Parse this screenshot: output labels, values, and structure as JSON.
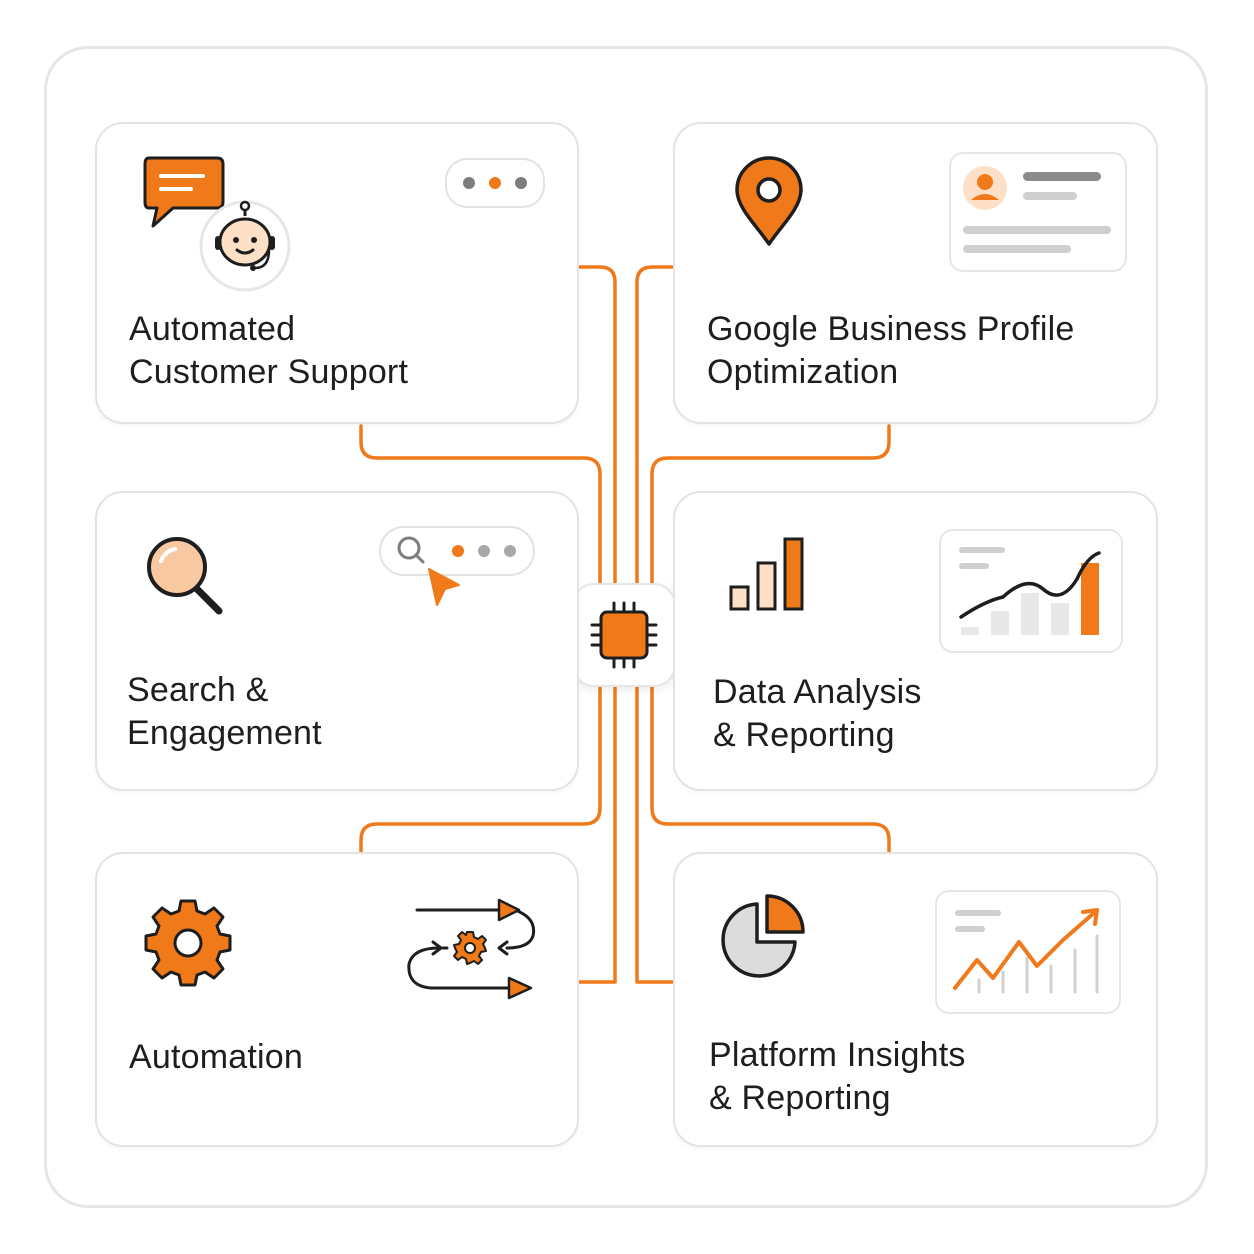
{
  "colors": {
    "accent": "#f07a1a",
    "accent_light": "#fde0c6",
    "text": "#1e1e1e",
    "border": "#e3e3e3",
    "muted": "#c8c8c8"
  },
  "hub": {
    "icon": "processor-chip-icon"
  },
  "cards": [
    {
      "id": "customer-support",
      "line1": "Automated",
      "line2": "Customer Support",
      "icons": [
        "chat-bubble-icon",
        "robot-face-icon",
        "typing-dots-icon"
      ]
    },
    {
      "id": "google-business",
      "line1": "Google Business Profile",
      "line2": "Optimization",
      "icons": [
        "location-pin-icon",
        "profile-card-icon"
      ]
    },
    {
      "id": "search-engagement",
      "line1": "Search &",
      "line2": "Engagement",
      "icons": [
        "magnifier-icon",
        "search-bar-icon",
        "cursor-arrow-icon"
      ]
    },
    {
      "id": "data-analysis",
      "line1": "Data Analysis",
      "line2": "& Reporting",
      "icons": [
        "bar-chart-icon",
        "trend-chart-icon"
      ]
    },
    {
      "id": "automation",
      "line1": "Automation",
      "line2": "",
      "icons": [
        "gear-icon",
        "workflow-cycle-icon"
      ]
    },
    {
      "id": "platform-insights",
      "line1": "Platform Insights",
      "line2": "& Reporting",
      "icons": [
        "pie-chart-icon",
        "growth-chart-icon"
      ]
    }
  ]
}
